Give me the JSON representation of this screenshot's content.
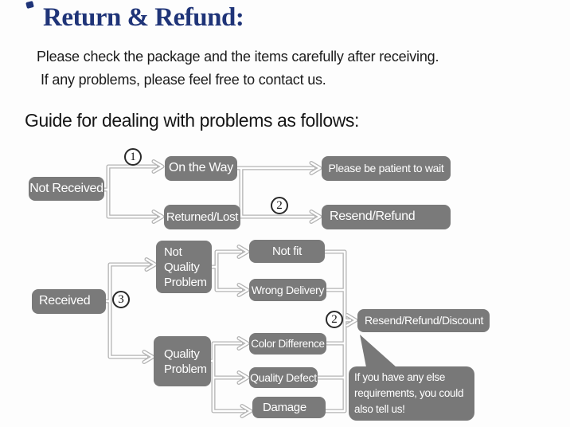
{
  "header": {
    "title": "Return & Refund:",
    "intro_line1": "Please check the package and the items carefully after receiving.",
    "intro_line2": "If any problems, please feel free to contact us.",
    "guide_heading": "Guide for dealing with problems as follows:"
  },
  "flowchart": {
    "nodes": {
      "not_received": "Not Received",
      "on_the_way": "On the Way",
      "returned_lost": "Returned/Lost",
      "be_patient": "Please be patient to wait",
      "resend_refund": "Resend/Refund",
      "received": "Received",
      "not_fit": "Not fit",
      "wrong_delivery": "Wrong Delivery",
      "color_difference": "Color Difference",
      "quality_defect": "Quality Defect",
      "damage": "Damage",
      "resend_refund_discount": "Resend/Refund/Discount"
    },
    "multiline_nodes": {
      "not_quality_problem": [
        "Not",
        "Quality",
        "Problem"
      ],
      "quality_problem": [
        "Quality",
        "Problem"
      ]
    },
    "markers": {
      "step1": "1",
      "step2_top": "2",
      "step3": "3",
      "step2_right": "2"
    },
    "note_bubble_lines": [
      "If you have any else",
      "requirements, you could",
      "also tell us!"
    ],
    "colors": {
      "node_fill": "#7a7a7a",
      "node_text": "#ffffff",
      "connector_line": "#b4b4b4",
      "title_blue": "#1f3478",
      "body_text": "#1b1b1b",
      "marker_ring": "#2a2a2a"
    }
  }
}
